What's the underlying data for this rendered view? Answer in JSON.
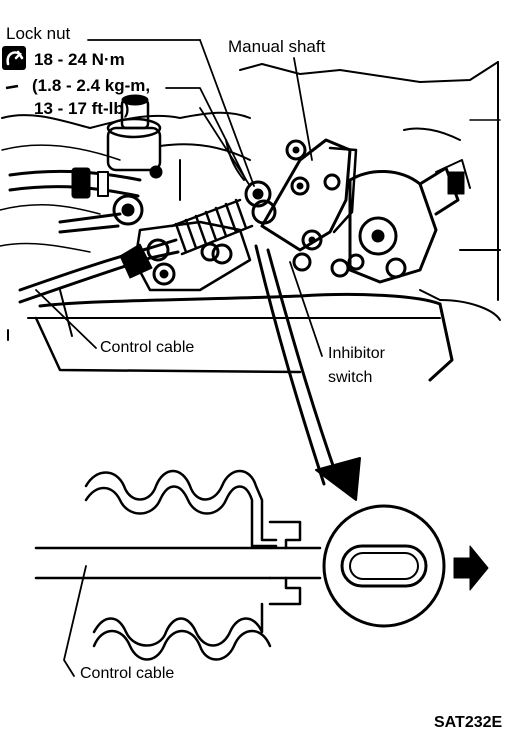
{
  "labels": {
    "lock_nut": "Lock nut",
    "torque_nm": "18 - 24 N·m",
    "torque_kgm": "(1.8 - 2.4 kg-m,",
    "torque_ftlb": "13 - 17 ft-lb)",
    "manual_shaft": "Manual shaft",
    "control_cable_top": "Control cable",
    "inhibitor_switch_line1": "Inhibitor",
    "inhibitor_switch_line2": "switch",
    "control_cable_bottom": "Control cable",
    "figure_code": "SAT232E"
  },
  "icons": {
    "torque": "torque-wrench-icon",
    "direction": "arrow-right-icon"
  },
  "colors": {
    "ink": "#000000",
    "paper": "#ffffff"
  }
}
